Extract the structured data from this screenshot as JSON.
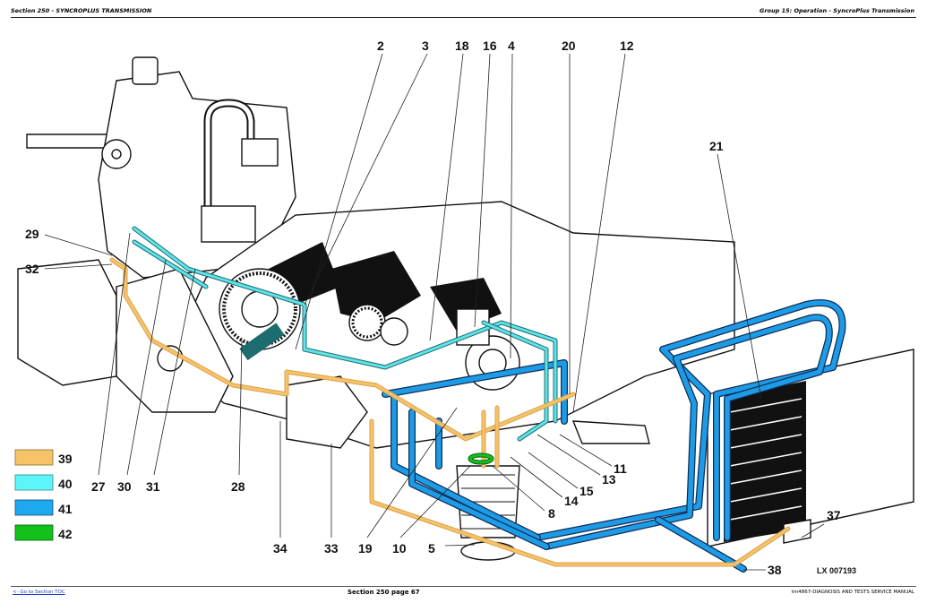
{
  "header": {
    "left": "Section 250 - SYNCROPLUS TRANSMISSION",
    "right": "Group 15: Operation - SyncroPlus Transmission"
  },
  "footer": {
    "toc_link": "<- Go to Section TOC",
    "page": "Section 250 page 67",
    "manual": "tm4867-DIAGNOSIS AND TESTS SERVICE MANUAL"
  },
  "diagram": {
    "reference_id": "LX 007193",
    "callouts_top": [
      "2",
      "3",
      "18",
      "16",
      "4",
      "20",
      "12",
      "21"
    ],
    "callouts_left": [
      "29",
      "32"
    ],
    "callouts_bottom": [
      "27",
      "30",
      "31",
      "28",
      "34",
      "33",
      "19",
      "10",
      "5",
      "8",
      "14",
      "15",
      "13",
      "11",
      "37",
      "38"
    ]
  },
  "legend": {
    "items": [
      {
        "label": "39",
        "color": "#f6c36a"
      },
      {
        "label": "40",
        "color": "#5ff5f8"
      },
      {
        "label": "41",
        "color": "#1ea8f0"
      },
      {
        "label": "42",
        "color": "#12c21a"
      }
    ]
  }
}
